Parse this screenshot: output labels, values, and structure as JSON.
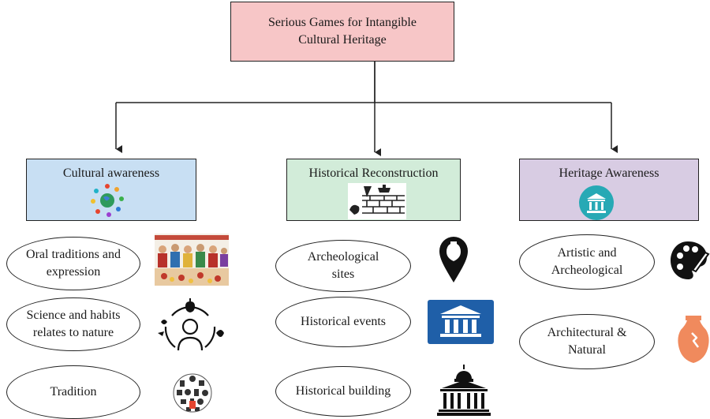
{
  "root": {
    "title": "Serious Games for Intangible Cultural Heritage"
  },
  "categories": [
    {
      "title": "Cultural awareness",
      "icon": "globe-people-icon"
    },
    {
      "title": "Historical Reconstruction",
      "icon": "brick-wall-icon"
    },
    {
      "title": "Heritage Awareness",
      "icon": "museum-circle-icon"
    }
  ],
  "items": {
    "cultural": [
      {
        "label": "Oral traditions and expression",
        "icon": "folk-dancers-photo-icon"
      },
      {
        "label": "Science and habits relates to nature",
        "icon": "person-nature-cycle-icon"
      },
      {
        "label": "Tradition",
        "icon": "tradition-collage-icon"
      }
    ],
    "historical": [
      {
        "label": "Archeological sites",
        "icon": "amphora-pin-icon"
      },
      {
        "label": "Historical events",
        "icon": "museum-building-icon"
      },
      {
        "label": "Historical building",
        "icon": "domed-building-icon"
      }
    ],
    "heritage": [
      {
        "label": "Artistic and Archeological",
        "icon": "palette-brush-icon"
      },
      {
        "label": "Architectural & Natural",
        "icon": "broken-vase-icon"
      }
    ]
  },
  "colors": {
    "root": "#f7c6c7",
    "cultural": "#c8dff3",
    "historical": "#d2ecd9",
    "heritage": "#d8cce3",
    "museum_blue": "#1f5fa8",
    "teal": "#27a9b5",
    "vase": "#f08a5d"
  }
}
